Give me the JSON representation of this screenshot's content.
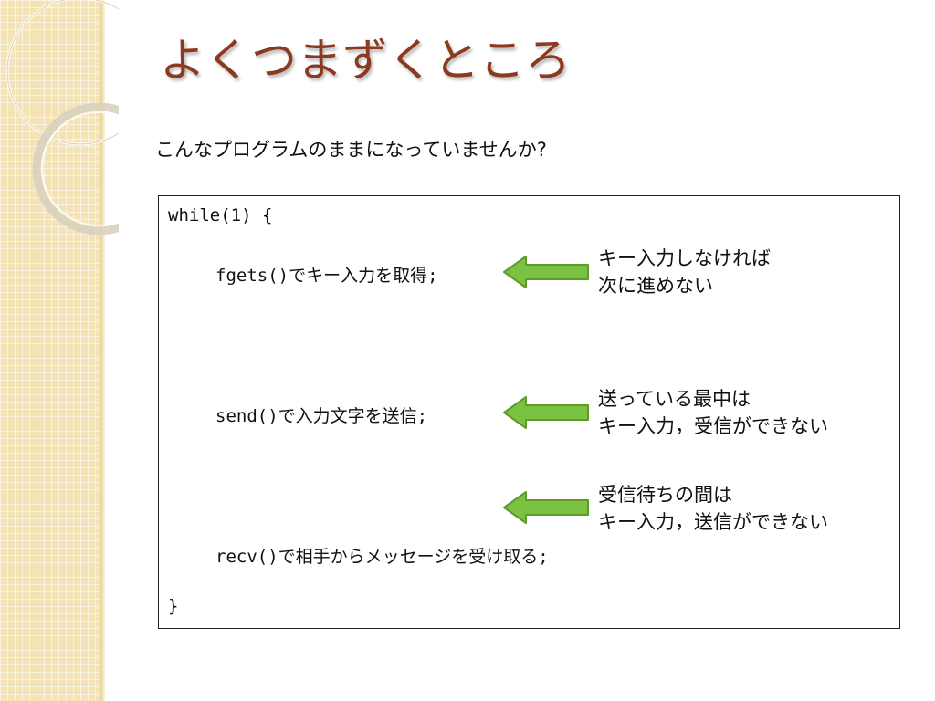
{
  "slide": {
    "title": "よくつまずくところ",
    "intro": "こんなプログラムのままになっていませんか?"
  },
  "code": {
    "line_while": "while(1) {",
    "line_fgets": "fgets()でキー入力を取得;",
    "line_send": "send()で入力文字を送信;",
    "line_recv": "recv()で相手からメッセージを受け取る;",
    "line_close": "}"
  },
  "notes": [
    {
      "line1": "キー入力しなければ",
      "line2": "次に進めない"
    },
    {
      "line1": "送っている最中は",
      "line2": "キー入力，受信ができない"
    },
    {
      "line1": "受信待ちの間は",
      "line2": "キー入力，送信ができない"
    }
  ],
  "colors": {
    "title": "#8a3a1e",
    "arrow_fill": "#7cc242",
    "arrow_stroke": "#5e9a2c",
    "side_band": "#f3e3b6"
  },
  "icons": {
    "arrow": "green-left-arrow-icon"
  }
}
